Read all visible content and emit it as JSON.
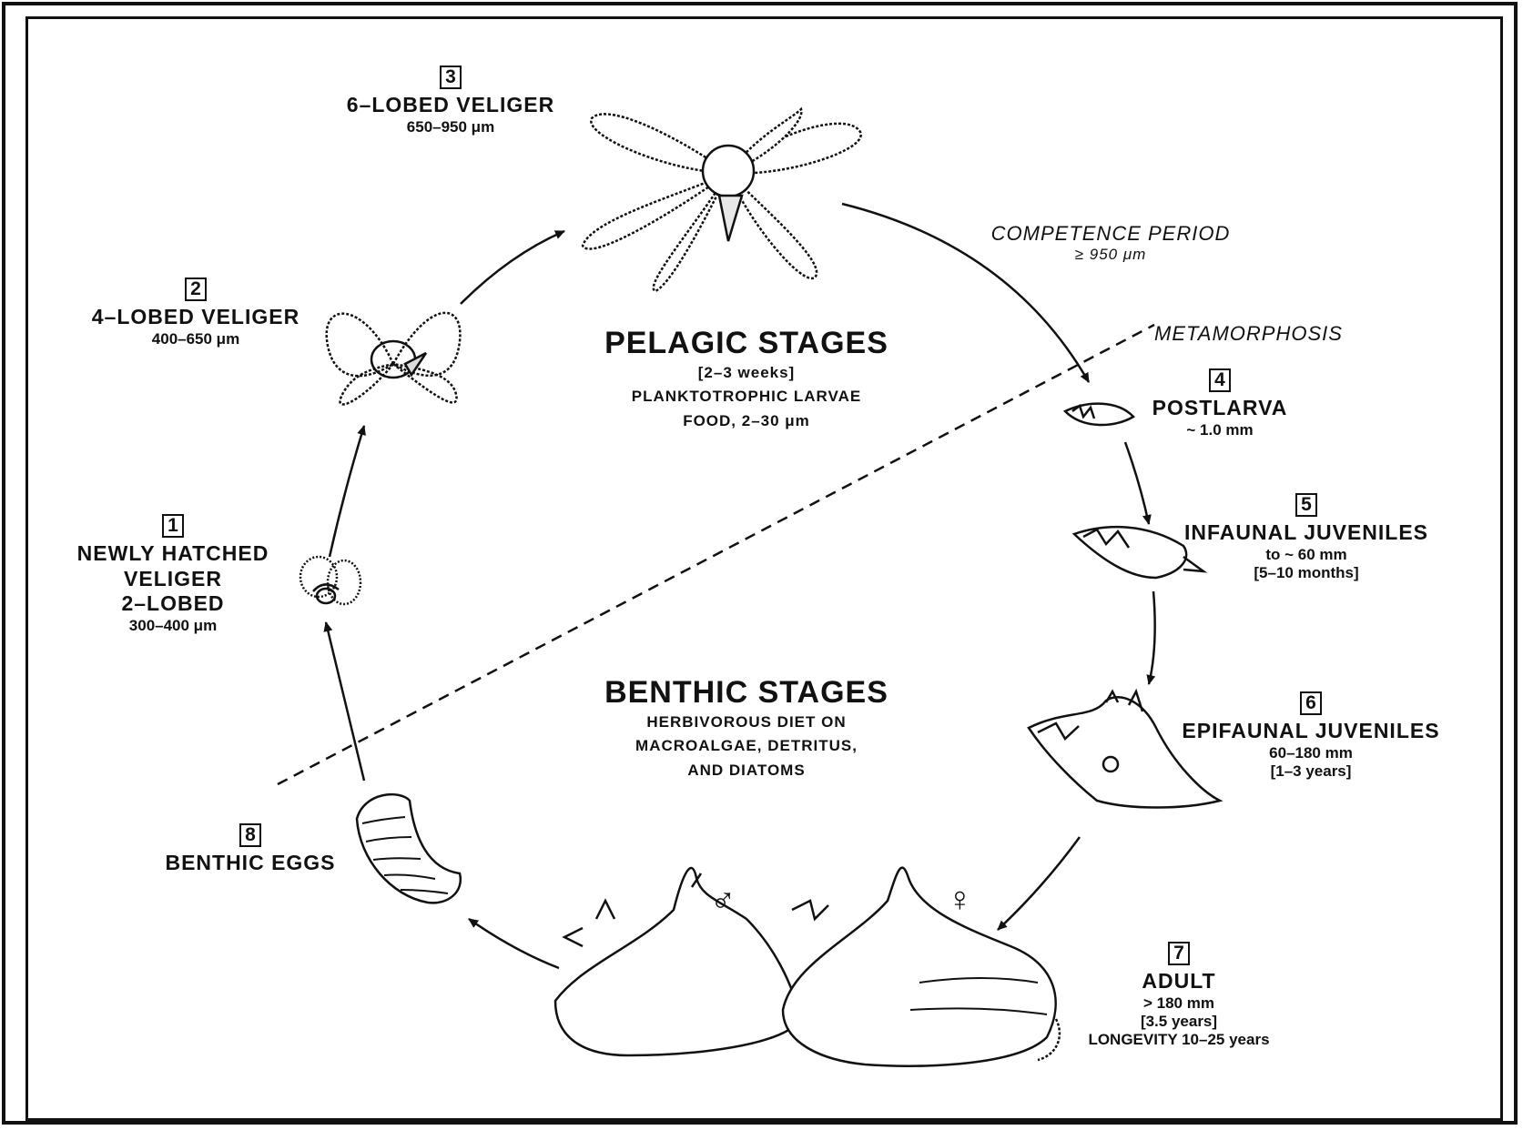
{
  "stages": [
    {
      "number": "1",
      "lines": [
        "NEWLY HATCHED",
        "VELIGER",
        "2–LOBED"
      ],
      "size": "300–400 μm"
    },
    {
      "number": "2",
      "lines": [
        "4–LOBED VELIGER"
      ],
      "size": "400–650 μm"
    },
    {
      "number": "3",
      "lines": [
        "6–LOBED VELIGER"
      ],
      "size": "650–950 μm"
    },
    {
      "number": "4",
      "lines": [
        "POSTLARVA"
      ],
      "size": "~ 1.0 mm"
    },
    {
      "number": "5",
      "lines": [
        "INFAUNAL JUVENILES"
      ],
      "size": "to ~ 60 mm",
      "duration": "[5–10 months]"
    },
    {
      "number": "6",
      "lines": [
        "EPIFAUNAL JUVENILES"
      ],
      "size": "60–180 mm",
      "duration": "[1–3 years]"
    },
    {
      "number": "7",
      "lines": [
        "ADULT"
      ],
      "size": "> 180 mm",
      "duration": "[3.5 years]",
      "extra": "LONGEVITY 10–25 years"
    },
    {
      "number": "8",
      "lines": [
        "BENTHIC EGGS"
      ]
    }
  ],
  "pelagic": {
    "title": "PELAGIC STAGES",
    "lines": [
      "[2–3 weeks]",
      "PLANKTOTROPHIC LARVAE",
      "FOOD, 2–30 μm"
    ]
  },
  "benthic": {
    "title": "BENTHIC STAGES",
    "lines": [
      "HERBIVOROUS DIET ON",
      "MACROALGAE, DETRITUS,",
      "AND DIATOMS"
    ]
  },
  "competence": {
    "label": "COMPETENCE PERIOD",
    "size": "≥ 950 μm"
  },
  "metamorphosis": "METAMORPHOSIS",
  "male_symbol": "♂",
  "female_symbol": "♀"
}
